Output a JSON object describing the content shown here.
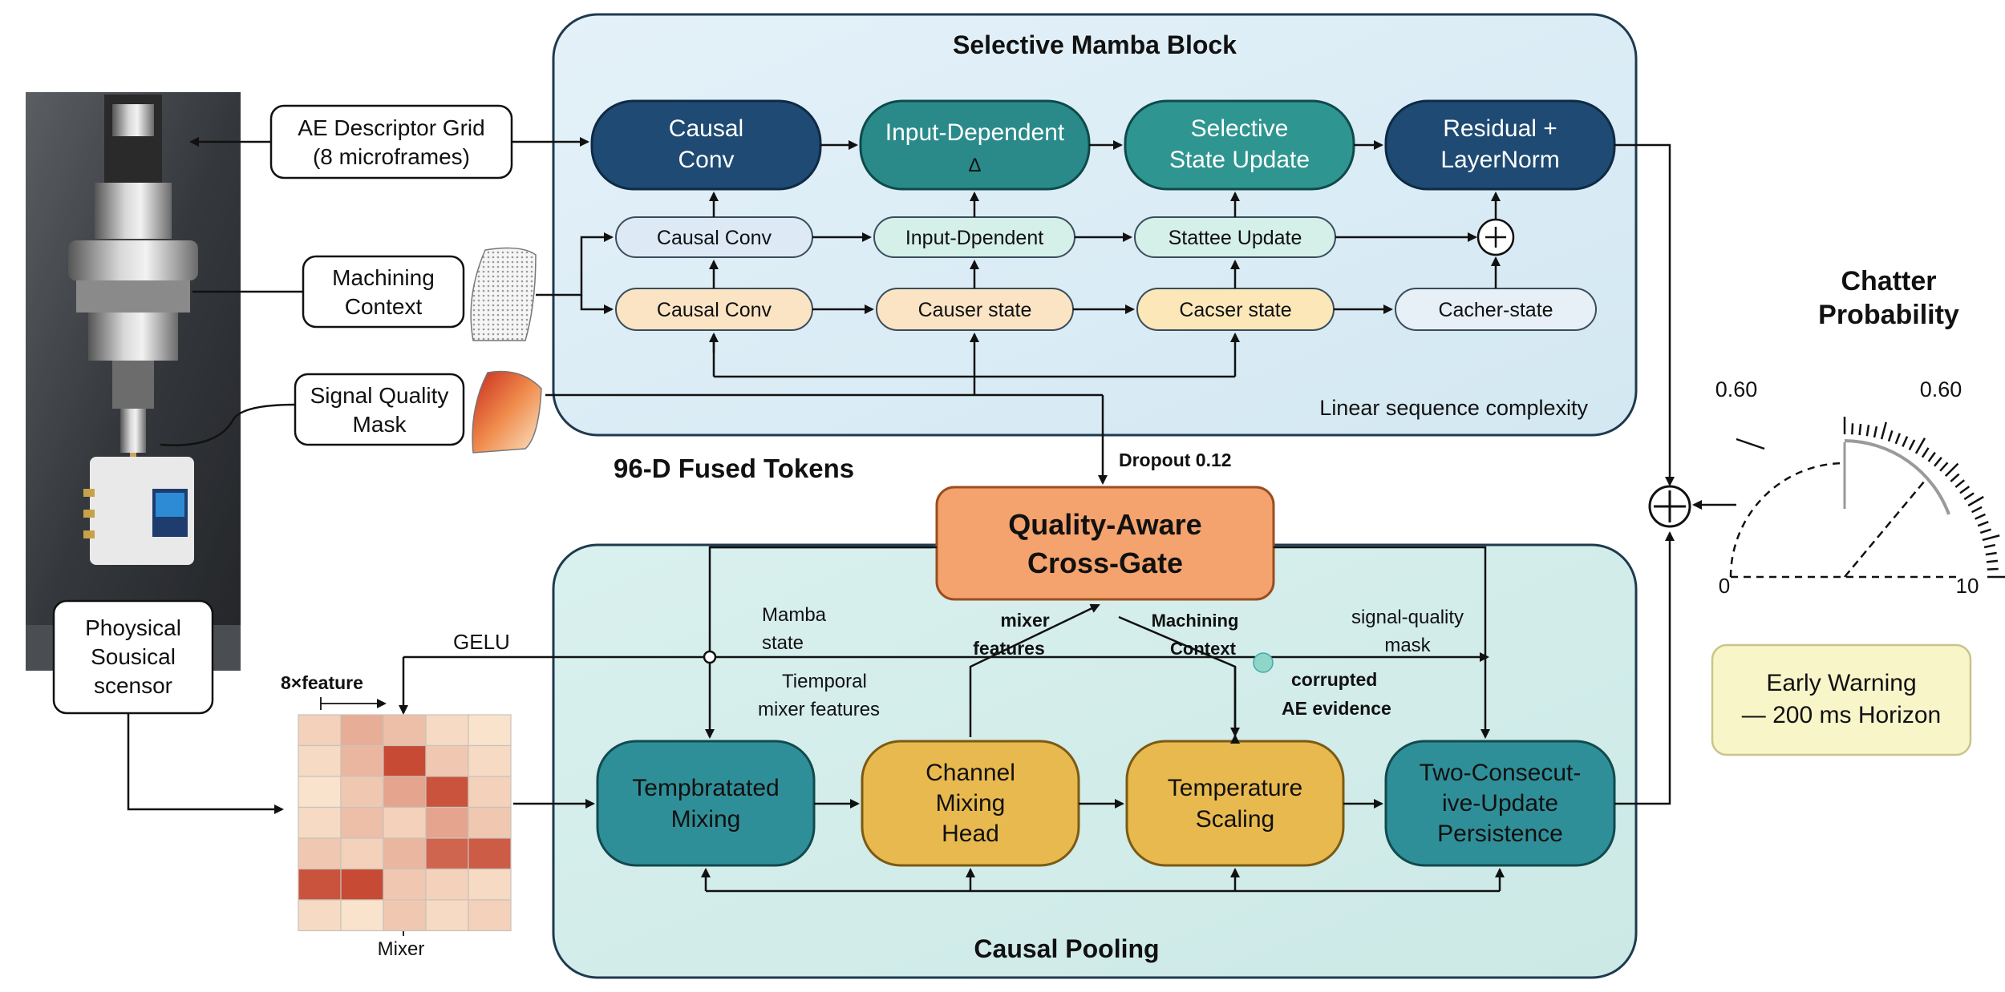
{
  "mamba": {
    "title": "Selective Mamba Block",
    "main": [
      {
        "line1": "Causal",
        "line2": "Conv",
        "color": "#1e4a73"
      },
      {
        "line1": "Input-Dependent",
        "line2": "Δ",
        "color": "#2a8a8a"
      },
      {
        "line1": "Selective",
        "line2": "State Update",
        "color": "#2f9590"
      },
      {
        "line1": "Residual +",
        "line2": "LayerNorm",
        "color": "#1e4a73"
      }
    ],
    "row2": [
      "Causal Conv",
      "Input-Dpendent",
      "Stattee Update"
    ],
    "row3": [
      "Causal Conv",
      "Causer state",
      "Cacser state",
      "Cacher-state"
    ],
    "complexity": "Linear sequence complexity"
  },
  "inputs": {
    "ae_grid": [
      "AE Descriptor Grid",
      "(8 microframes)"
    ],
    "machining": [
      "Machining",
      "Context"
    ],
    "signal": [
      "Signal Quality",
      "Mask"
    ],
    "sensor": [
      "Phoysical",
      "Sousical",
      "scensor"
    ],
    "fused": "96-D Fused Tokens",
    "gelu": "GELU",
    "feature": "8×feature",
    "mixer": "Mixer"
  },
  "gate": {
    "dropout": "Dropout 0.12",
    "line1": "Quality-Aware",
    "line2": "Cross-Gate",
    "color": "#f4a36e"
  },
  "labels": {
    "mamba_state": [
      "Mamba",
      "state"
    ],
    "temporal": [
      "Tiemporal",
      "mixer features"
    ],
    "mixer_features": [
      "mixer",
      "features"
    ],
    "mach_ctx": [
      "Machining",
      "Context"
    ],
    "sq_mask": [
      "signal-quality",
      "mask"
    ],
    "corrupted": [
      "corrupted",
      "AE evidence"
    ]
  },
  "pooling": {
    "title": "Causal Pooling",
    "boxes": [
      {
        "line1": "Tempbratated",
        "line2": "Mixing",
        "line3": "",
        "color": "#2f8f98"
      },
      {
        "line1": "Channel",
        "line2": "Mixing",
        "line3": "Head",
        "color": "#e8b94e"
      },
      {
        "line1": "Temperature",
        "line2": "Scaling",
        "line3": "",
        "color": "#e8b94e"
      },
      {
        "line1": "Two-Consecut-",
        "line2": "ive-Update",
        "line3": "Persistence",
        "color": "#2f8f98"
      }
    ]
  },
  "chatter": {
    "title": [
      "Chatter",
      "Probability"
    ],
    "tick_left": "0.60",
    "tick_right": "0.60",
    "zero": "0",
    "max": "10",
    "warning": [
      "Early Warning",
      "— 200 ms Horizon"
    ]
  },
  "heatmap": {
    "rows": 7,
    "cols": 5,
    "cells": [
      [
        0.15,
        0.35,
        0.25,
        0.1,
        0.05
      ],
      [
        0.1,
        0.3,
        0.9,
        0.2,
        0.1
      ],
      [
        0.05,
        0.2,
        0.4,
        0.85,
        0.15
      ],
      [
        0.1,
        0.25,
        0.15,
        0.4,
        0.2
      ],
      [
        0.2,
        0.15,
        0.3,
        0.75,
        0.8
      ],
      [
        0.85,
        0.9,
        0.2,
        0.15,
        0.1
      ],
      [
        0.1,
        0.05,
        0.2,
        0.1,
        0.15
      ]
    ]
  }
}
